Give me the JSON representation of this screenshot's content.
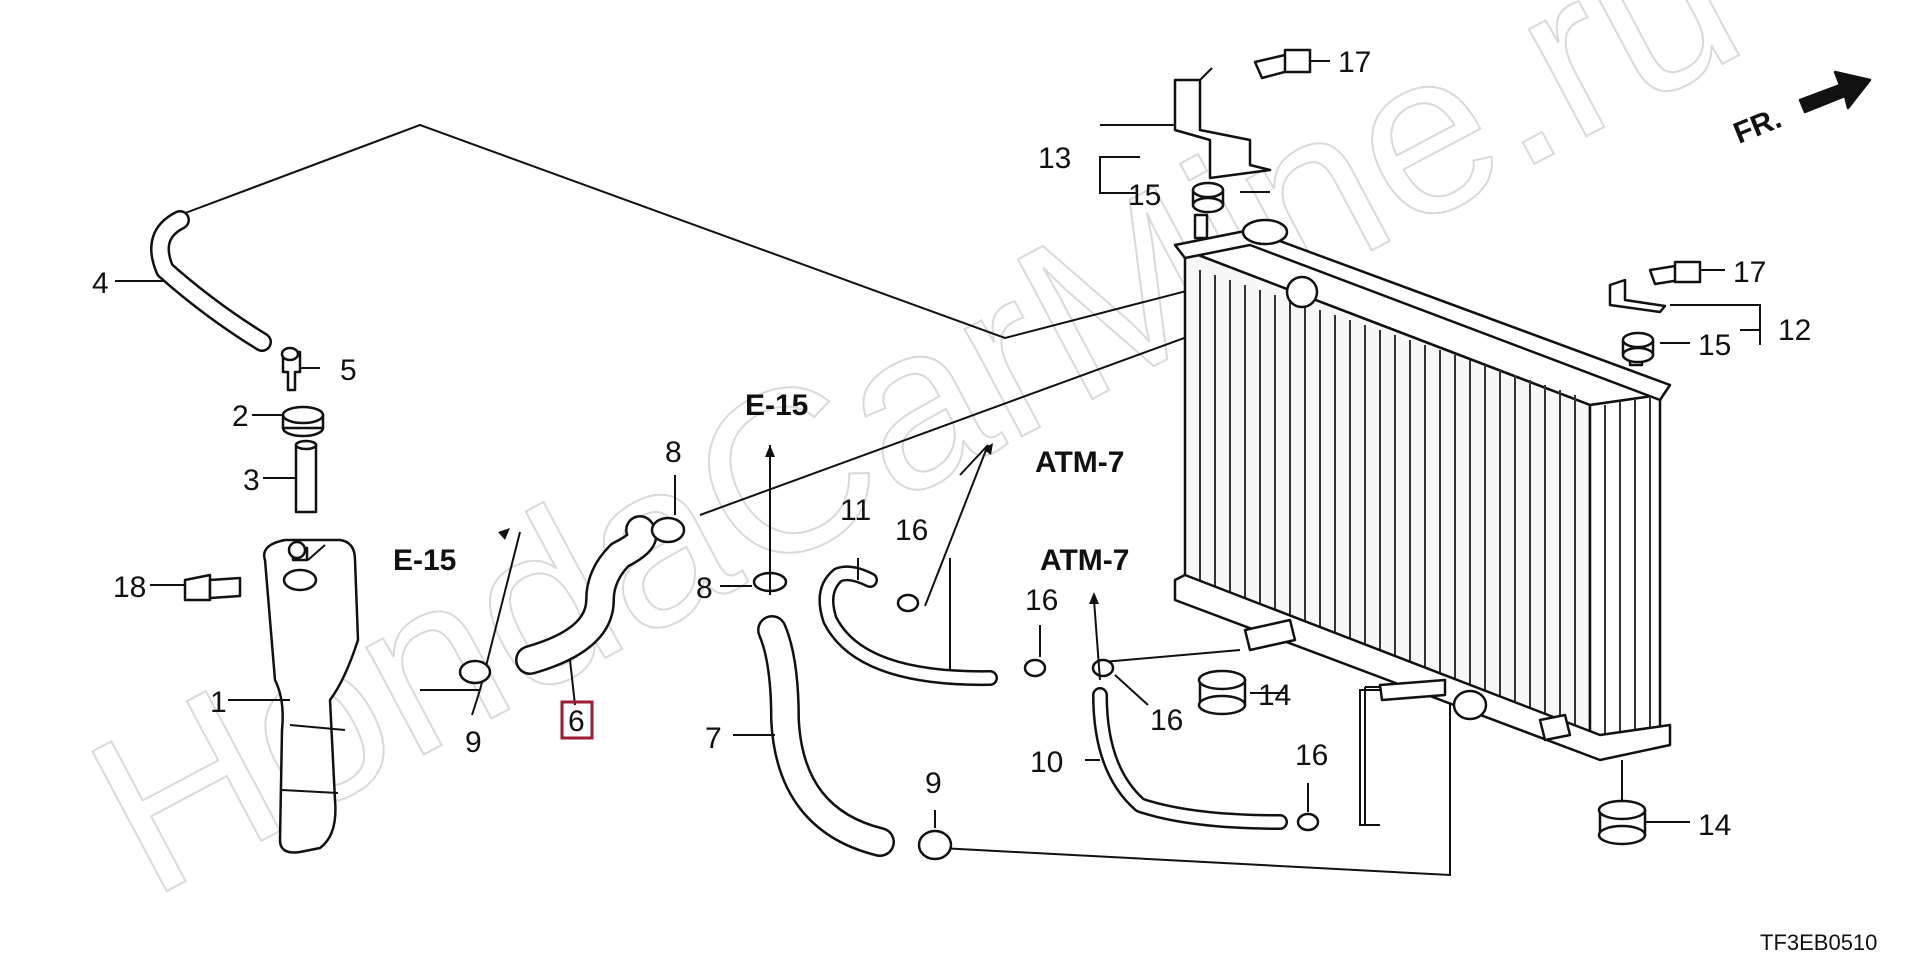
{
  "watermark": "HondaCarMine.ru",
  "diagram_code": "TF3EB0510",
  "front_indicator": "FR.",
  "highlight_color": "#9b1b30",
  "ref_labels": {
    "e15": "E-15",
    "atm7": "ATM-7"
  },
  "parts": {
    "p1": "1",
    "p2": "2",
    "p3": "3",
    "p4": "4",
    "p5": "5",
    "p6": "6",
    "p7": "7",
    "p8": "8",
    "p9": "9",
    "p10": "10",
    "p11": "11",
    "p12": "12",
    "p13": "13",
    "p14": "14",
    "p15": "15",
    "p16": "16",
    "p17": "17",
    "p18": "18"
  }
}
